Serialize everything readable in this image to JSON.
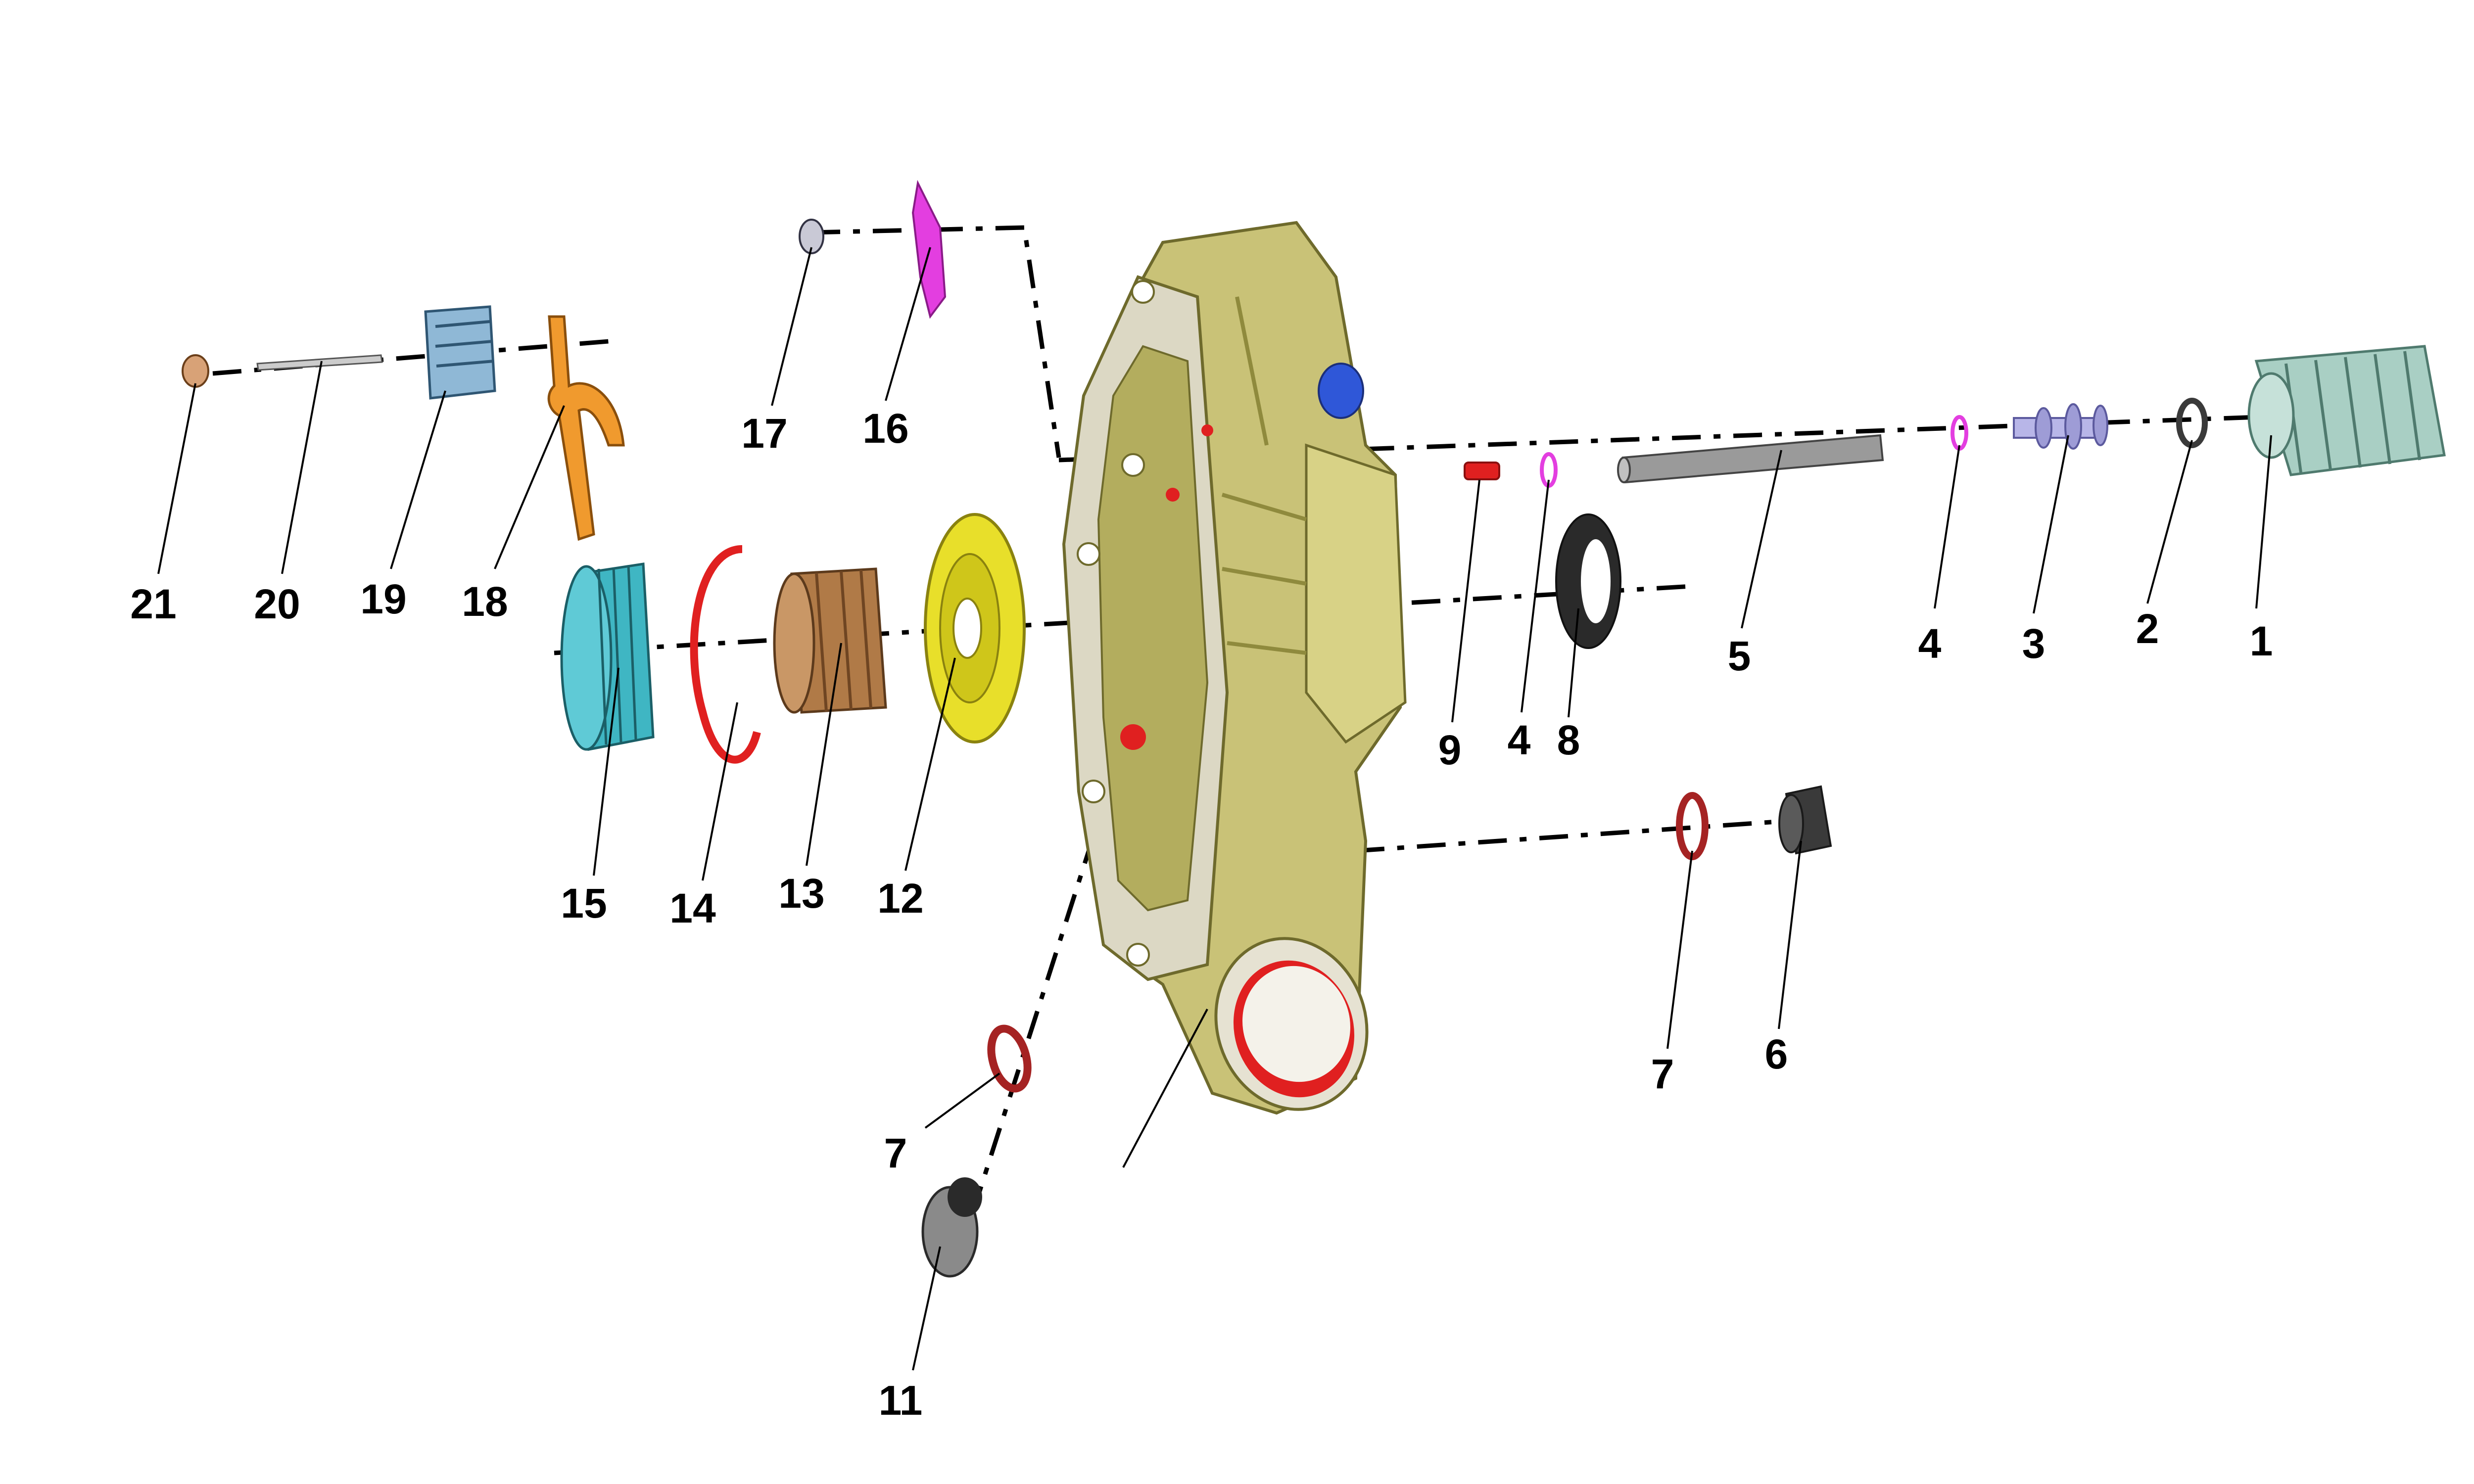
{
  "diagram": {
    "callouts": [
      "1",
      "2",
      "3",
      "4",
      "5",
      "6",
      "7",
      "8",
      "9",
      "11",
      "12",
      "13",
      "14",
      "15",
      "16",
      "17",
      "18",
      "19",
      "20",
      "21"
    ]
  },
  "colors": {
    "housing": "#c9c277",
    "housing_dark": "#8f8a3d",
    "red": "#e02020",
    "dark_red": "#a52323",
    "cyan": "#3fb6c3",
    "bronze": "#b07a47",
    "yellow": "#e8df2a",
    "orange": "#f09a2e",
    "magenta": "#e33ee0",
    "blue": "#2f57d8",
    "grey": "#9a9a9a",
    "dark_grey": "#3a3a3a",
    "spring": "#a9cfc4",
    "lavender": "#b8b6e8"
  }
}
